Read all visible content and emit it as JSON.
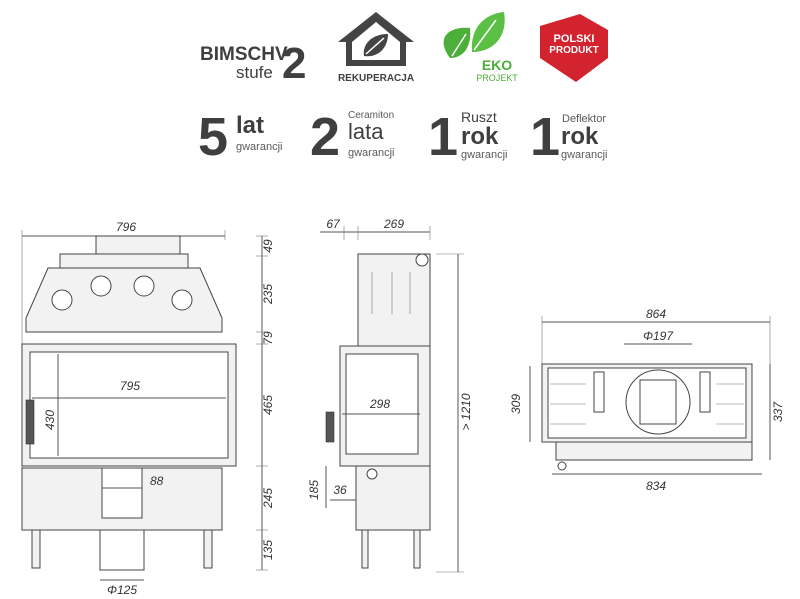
{
  "badges": {
    "bimschv": {
      "line1": "BIMSCHV",
      "line2": "stufe",
      "number": "2"
    },
    "rekuperacja": {
      "label": "REKUPERACJA"
    },
    "eko": {
      "line1": "EKO",
      "line2": "PROJEKT"
    },
    "polski": {
      "line1": "POLSKI",
      "line2": "PRODUKT"
    }
  },
  "warranties": [
    {
      "number": "5",
      "word": "lat",
      "sub": "gwarancji",
      "top": ""
    },
    {
      "number": "2",
      "word": "lata",
      "sub": "gwarancji",
      "top": "Ceramiton"
    },
    {
      "number": "1",
      "word": "rok",
      "sub": "gwarancji",
      "top": "Ruszt"
    },
    {
      "number": "1",
      "word": "rok",
      "sub": "gwarancji",
      "top": "Deflektor"
    }
  ],
  "front_view": {
    "width": "796",
    "inner_width": "795",
    "glass_height": "430",
    "h_top": "49",
    "h_hood": "235",
    "h_gap": "79",
    "h_door": "465",
    "h_base": "245",
    "h_legs": "135",
    "duct_width": "88",
    "duct_diameter": "Φ125"
  },
  "side_view": {
    "depth_back": "67",
    "depth_top": "269",
    "glass_depth": "298",
    "total_height": "> 1210",
    "h_inlet": "185",
    "w_inlet": "36"
  },
  "top_view": {
    "width_total": "864",
    "width_body": "834",
    "flue_diameter": "Φ197",
    "depth_inner": "309",
    "depth_total": "337"
  },
  "colors": {
    "eko_green": "#4caf3a",
    "polski_red": "#d3232e",
    "ink": "#3f3f3f"
  }
}
